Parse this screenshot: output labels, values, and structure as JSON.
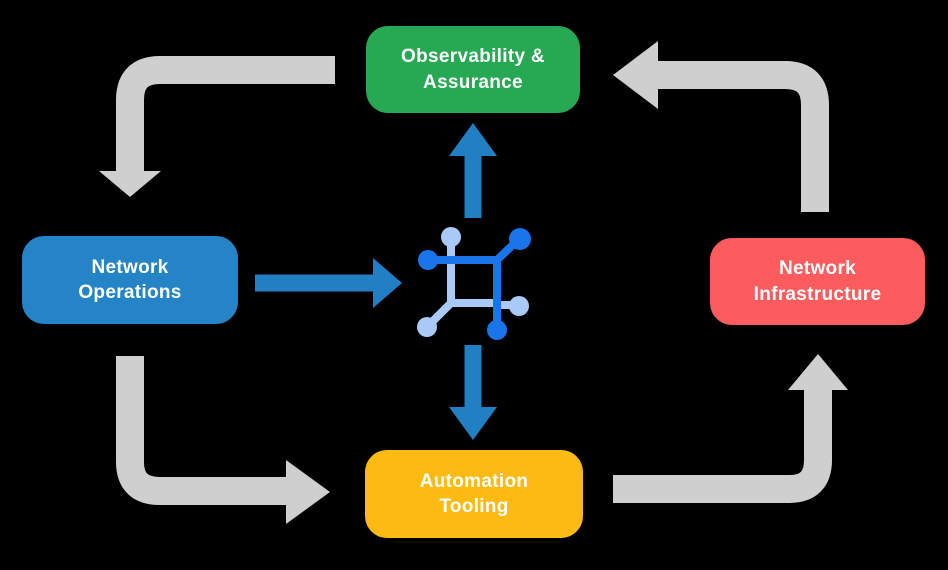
{
  "diagram": {
    "background_color": "#000000",
    "text_color": "#ffffff",
    "nodes": {
      "observability": {
        "label": "Observability &\nAssurance",
        "color": "#27a953"
      },
      "operations": {
        "label": "Network\nOperations",
        "color": "#2484c6"
      },
      "infrastructure": {
        "label": "Network\nInfrastructure",
        "color": "#fc5c5e"
      },
      "automation": {
        "label": "Automation\nTooling",
        "color": "#fdba12"
      }
    },
    "center_icon": {
      "name": "network-topology-icon",
      "primary_color": "#1a75eb",
      "secondary_color": "#a9c9f6"
    },
    "arrows": {
      "gray_color": "#cfcfcf",
      "blue_color": "#2180c4",
      "flows": [
        {
          "from": "observability",
          "to": "operations",
          "style": "gray"
        },
        {
          "from": "operations",
          "to": "automation",
          "style": "gray"
        },
        {
          "from": "automation",
          "to": "infrastructure",
          "style": "gray"
        },
        {
          "from": "infrastructure",
          "to": "observability",
          "style": "gray"
        },
        {
          "from": "operations",
          "to": "center-icon",
          "style": "blue"
        },
        {
          "from": "center-icon",
          "to": "observability",
          "style": "blue"
        },
        {
          "from": "center-icon",
          "to": "automation",
          "style": "blue"
        }
      ]
    }
  }
}
